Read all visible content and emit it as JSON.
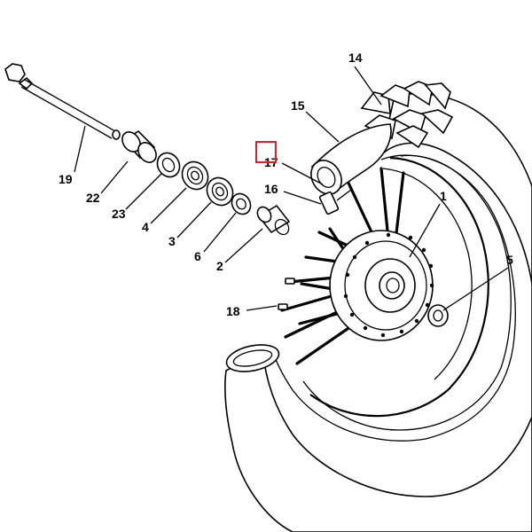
{
  "diagram": {
    "callouts": {
      "c1": "1",
      "c2": "2",
      "c4": "4",
      "c3": "3",
      "c5": "5",
      "c6": "6",
      "c14": "14",
      "c15": "15",
      "c16": "16",
      "c17": "17",
      "c18": "18",
      "c19": "19",
      "c22": "22",
      "c23": "23"
    },
    "highlight_color": "#e02020"
  }
}
